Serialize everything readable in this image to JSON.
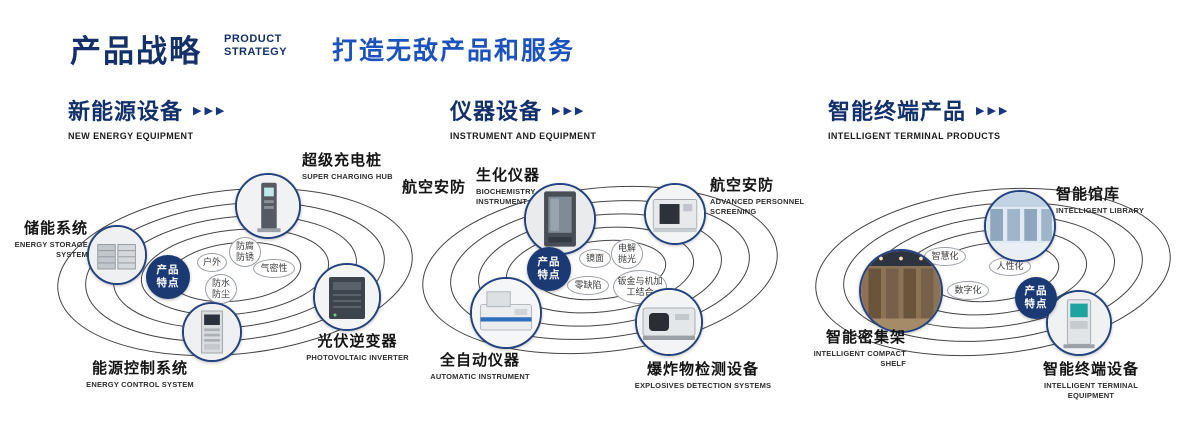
{
  "header": {
    "title": "产品战略",
    "subtitle_line1": "PRODUCT",
    "subtitle_line2": "STRATEGY",
    "tagline": "打造无敌产品和服务"
  },
  "icons": {
    "section_arrow": "▶▶▶"
  },
  "badge": {
    "line1": "产品",
    "line2": "特点"
  },
  "sections": [
    {
      "title": "新能源设备",
      "subtitle": "NEW ENERGY EQUIPMENT",
      "tags": {
        "t1": "户外",
        "t2": "防腐防锈",
        "t3": "气密性",
        "t4": "防水防尘"
      },
      "nodes": {
        "charging_hub": {
          "label": "超级充电桩",
          "sub": "SUPER CHARGING HUB"
        },
        "energy_storage": {
          "label": "储能系统",
          "sub": "ENERGY STORAGE SYSTEM"
        },
        "pv_inverter": {
          "label": "光伏逆变器",
          "sub": "PHOTOVOLTAIC INVERTER"
        },
        "energy_control": {
          "label": "能源控制系统",
          "sub": "ENERGY CONTROL SYSTEM"
        }
      }
    },
    {
      "title": "仪器设备",
      "subtitle": "INSTRUMENT AND EQUIPMENT",
      "extra_label": "航空安防",
      "tags": {
        "t1": "镜面",
        "t2": "电解抛光",
        "t3": "零缺陷",
        "t4": "钣金与机加工结合"
      },
      "nodes": {
        "biochemistry": {
          "label": "生化仪器",
          "sub": "BIOCHEMISTRY INSTRUMENT"
        },
        "screening": {
          "label": "航空安防",
          "sub": "ADVANCED PERSONNEL SCREENING"
        },
        "automatic": {
          "label": "全自动仪器",
          "sub": "AUTOMATIC INSTRUMENT"
        },
        "explosives": {
          "label": "爆炸物检测设备",
          "sub": "EXPLOSIVES DETECTION SYSTEMS"
        }
      }
    },
    {
      "title": "智能终端产品",
      "subtitle": "INTELLIGENT TERMINAL PRODUCTS",
      "tags": {
        "t1": "智慧化",
        "t2": "人性化",
        "t3": "数字化"
      },
      "nodes": {
        "library": {
          "label": "智能馆库",
          "sub": "INTELLIGENT LIBRARY"
        },
        "compact_shelf": {
          "label": "智能密集架",
          "sub": "INTELLIGENT COMPACT SHELF"
        },
        "terminal": {
          "label": "智能终端设备",
          "sub": "INTELLIGENT TERMINAL EQUIPMENT"
        }
      }
    }
  ]
}
